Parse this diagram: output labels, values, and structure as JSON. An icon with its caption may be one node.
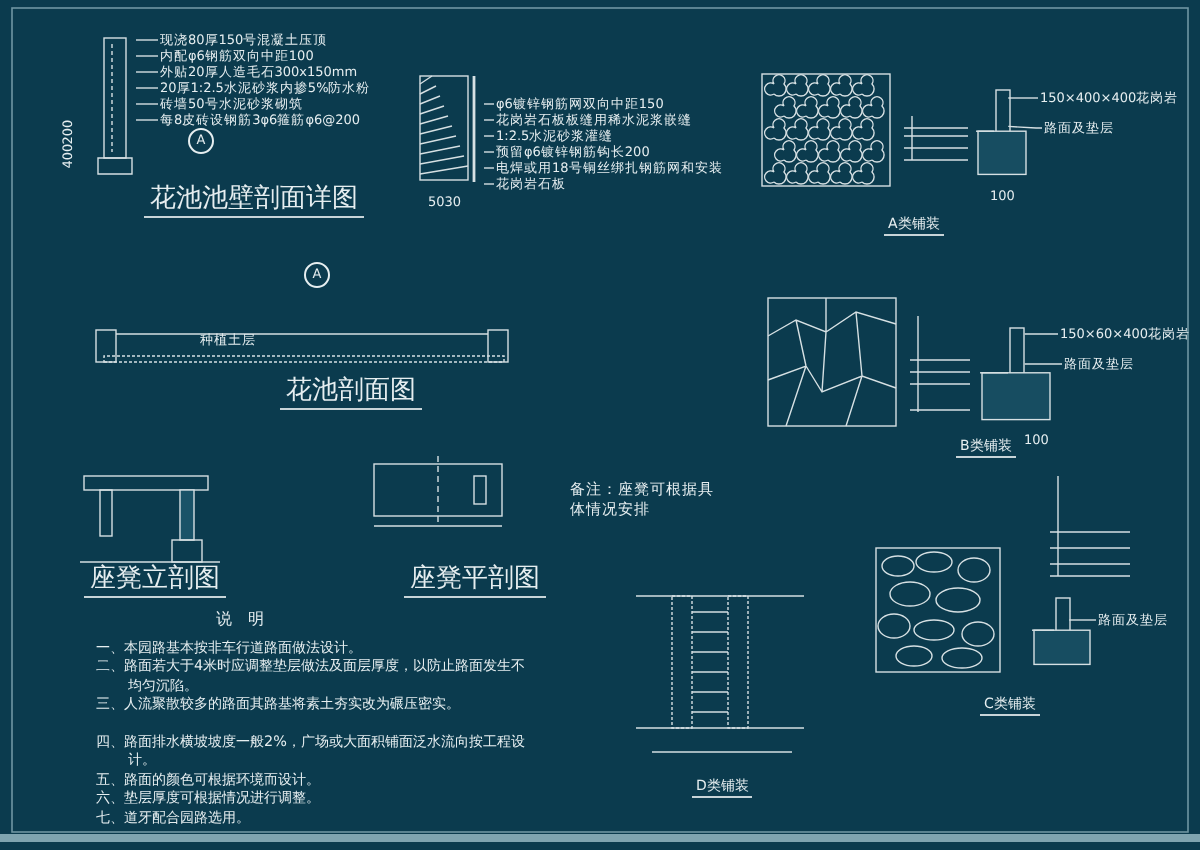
{
  "diagram": {
    "nodes": [
      {
        "text": [],
        "shape": "picture"
      },
      {
        "text": [
          "现浇80厚150号混凝土压顶"
        ]
      },
      {
        "text": [
          "内配φ6钢筋双向中距100"
        ]
      },
      {
        "text": [
          "外贴20厚人造毛石300x150mm"
        ]
      },
      {
        "text": [
          "20厚1:2.5水泥砂浆内掺5%防水粉"
        ]
      },
      {
        "text": [
          "砖墙50号水泥砂浆砌筑"
        ]
      },
      {
        "text": [
          "每8皮砖设钢筋3φ6箍筋φ6@200"
        ]
      },
      {
        "text": [],
        "shape": "picture"
      },
      {
        "text": [
          "φ6镀锌钢筋网双向中距150"
        ]
      },
      {
        "text": [
          "花岗岩石板板缝用稀水泥浆嵌缝"
        ]
      },
      {
        "text": [
          "1:2.5水泥砂浆灌缝"
        ]
      },
      {
        "text": [
          "预留φ6镀锌钢筋钩长200"
        ]
      },
      {
        "text": [
          "电焊或用18号铜丝绑扎钢筋网和安装"
        ]
      },
      {
        "text": [
          "花岗岩石板"
        ]
      },
      {
        "text": [],
        "shape": "picture"
      },
      {
        "text": [
          "150×400×400花岗岩"
        ]
      },
      {
        "text": [
          "路面及垫层"
        ]
      },
      {
        "text": [],
        "shape": "picture"
      },
      {
        "text": [
          "150×60×400花岗岩"
        ]
      },
      {
        "text": [
          "路面及垫层"
        ]
      },
      {
        "text": [],
        "shape": "picture"
      },
      {
        "text": [
          "路面及垫层"
        ]
      }
    ],
    "edges": [
      {
        "from": 1,
        "to": 0,
        "arrow": "none"
      },
      {
        "from": 2,
        "to": 0,
        "arrow": "none"
      },
      {
        "from": 3,
        "to": 0,
        "arrow": "none"
      },
      {
        "from": 4,
        "to": 0,
        "arrow": "none"
      },
      {
        "from": 5,
        "to": 0,
        "arrow": "none"
      },
      {
        "from": 6,
        "to": 0,
        "arrow": "none"
      },
      {
        "from": 8,
        "to": 7,
        "arrow": "none"
      },
      {
        "from": 9,
        "to": 7,
        "arrow": "none"
      },
      {
        "from": 10,
        "to": 7,
        "arrow": "none"
      },
      {
        "from": 11,
        "to": 7,
        "arrow": "none"
      },
      {
        "from": 12,
        "to": 7,
        "arrow": "none"
      },
      {
        "from": 13,
        "to": 7,
        "arrow": "none"
      },
      {
        "from": 15,
        "to": 14,
        "arrow": "none"
      },
      {
        "from": 16,
        "to": 14,
        "arrow": "none"
      },
      {
        "from": 18,
        "to": 17,
        "arrow": "none"
      },
      {
        "from": 19,
        "to": 17,
        "arrow": "none"
      },
      {
        "from": 21,
        "to": 20,
        "arrow": "none"
      }
    ],
    "labels": [
      "200",
      "400",
      "A",
      "花池池壁剖面详图",
      "5030",
      "A",
      "种植土层",
      "花池剖面图",
      "座凳立剖图",
      "座凳平剖图",
      "备注：座凳可根据具体情况安排",
      "A类铺装",
      "100",
      "B类铺装",
      "100",
      "C类铺装",
      "D类铺装",
      "说　明",
      "一、本园路基本按非车行道路面做法设计。",
      "二、路面若大于4米时应调整垫层做法及面层厚度，以防止路面发生不均匀沉陷。",
      "三、人流聚散较多的路面其路基将素土夯实改为碾压密实。",
      "四、路面排水横坡坡度一般2%，广场或大面积铺面泛水流向按工程设计。",
      "五、路面的颜色可根据环境而设计。",
      "六、垫层厚度可根据情况进行调整。",
      "七、道牙配合园路选用。"
    ]
  }
}
